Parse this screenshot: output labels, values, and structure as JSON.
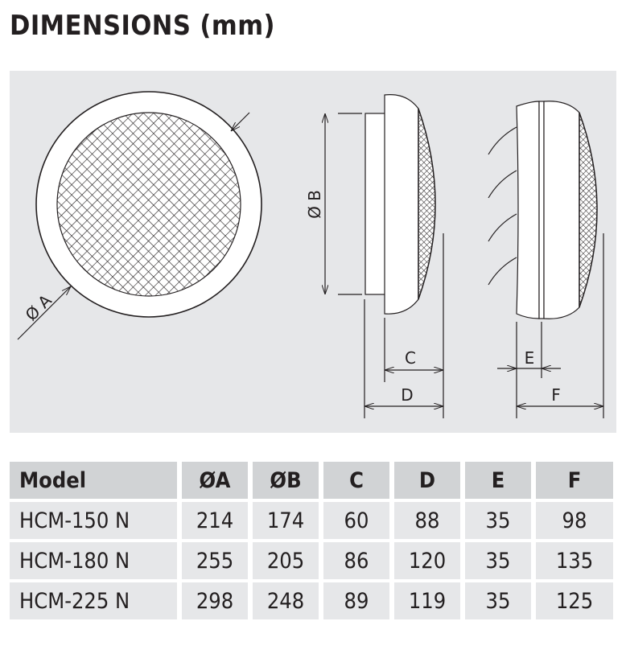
{
  "title": "DIMENSIONS (mm)",
  "drawing_labels": {
    "a": "Ø A",
    "b": "Ø B",
    "c": "C",
    "d": "D",
    "e": "E",
    "f": "F"
  },
  "table": {
    "headers": [
      "Model",
      "ØA",
      "ØB",
      "C",
      "D",
      "E",
      "F"
    ],
    "rows": [
      [
        "HCM-150 N",
        "214",
        "174",
        "60",
        "88",
        "35",
        "98"
      ],
      [
        "HCM-180 N",
        "255",
        "205",
        "86",
        "120",
        "35",
        "135"
      ],
      [
        "HCM-225 N",
        "298",
        "248",
        "89",
        "119",
        "35",
        "125"
      ]
    ]
  },
  "colors": {
    "panel": "#e6e7e9",
    "header": "#d1d3d5",
    "ink": "#231f20"
  }
}
